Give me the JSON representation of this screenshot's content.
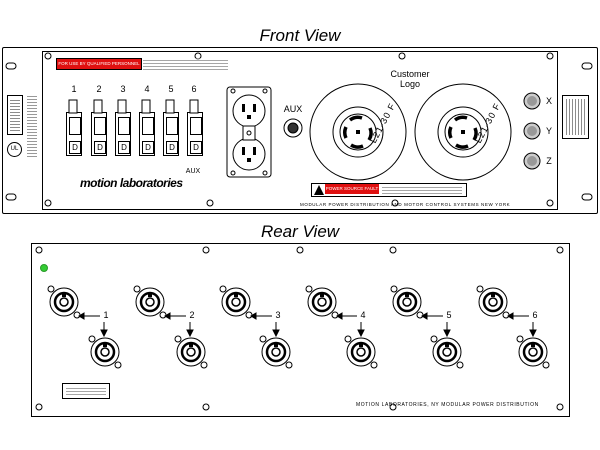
{
  "front": {
    "title": "Front View",
    "warning_top": "FOR USE BY QUALIFIED PERSONNEL ONLY",
    "breaker_numbers": [
      "1",
      "2",
      "3",
      "4",
      "5",
      "6"
    ],
    "breaker_letter": "D",
    "aux_breaker_label": "AUX",
    "aux_jack_label": "AUX",
    "customer_logo": "Customer\nLogo",
    "twistlock_rating": "L21-30 F",
    "xyz": [
      "X",
      "Y",
      "Z"
    ],
    "brand": "motion laboratories",
    "warning_bottom": "POWER SOURCE FAULT",
    "footer": "MODULAR POWER DISTRIBUTION AND MOTOR CONTROL SYSTEMS   NEW YORK"
  },
  "rear": {
    "title": "Rear View",
    "pair_numbers": [
      "1",
      "2",
      "3",
      "4",
      "5",
      "6"
    ],
    "footer": "MOTION LABORATORIES, NY    MODULAR POWER DISTRIBUTION",
    "indicator_color": "#33cc33"
  },
  "colors": {
    "warning": "#e01010",
    "indicator": "#33cc33"
  }
}
